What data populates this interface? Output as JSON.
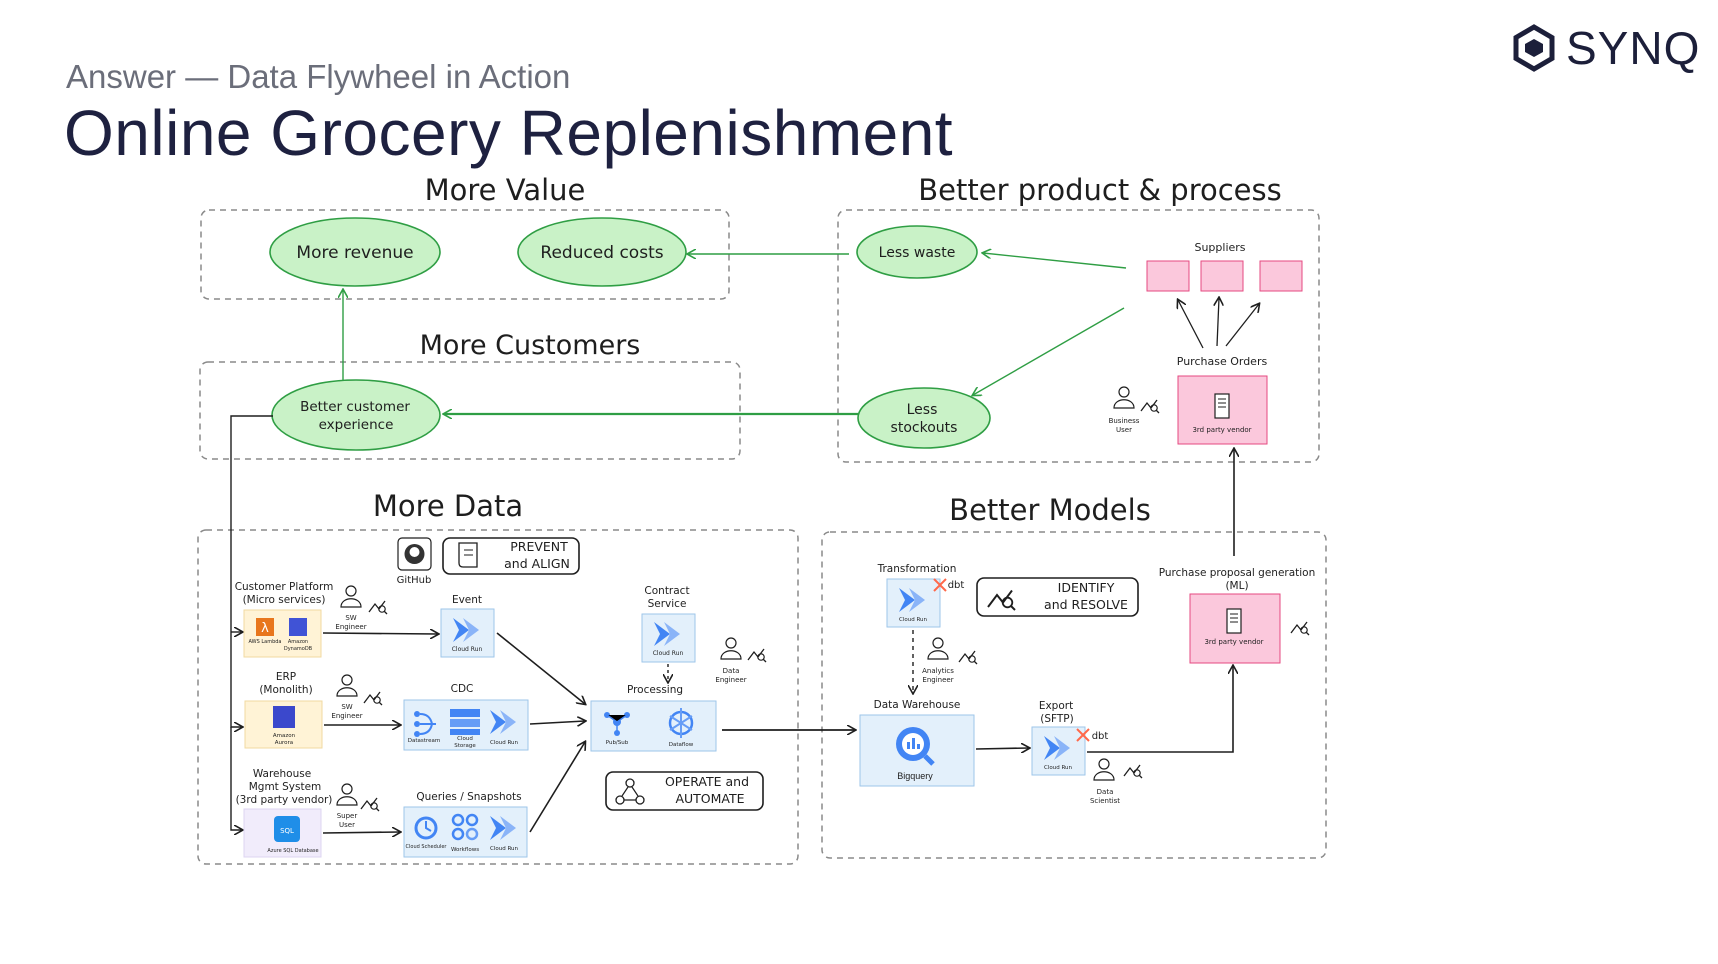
{
  "header": {
    "subtitle": "Answer — Data Flywheel in Action",
    "title": "Online Grocery Replenishment",
    "logo_text": "SYNQ"
  },
  "sections": {
    "more_value": "More Value",
    "better_product": "Better product & process",
    "more_customers": "More Customers",
    "more_data": "More Data",
    "better_models": "Better Models"
  },
  "outcomes": {
    "more_revenue": "More revenue",
    "reduced_costs": "Reduced costs",
    "less_waste": "Less waste",
    "less_stockouts_1": "Less",
    "less_stockouts_2": "stockouts",
    "better_cx_1": "Better customer",
    "better_cx_2": "experience"
  },
  "product": {
    "suppliers": "Suppliers",
    "purchase_orders": "Purchase Orders",
    "third_party_vendor": "3rd party vendor",
    "business_user_1": "Business",
    "business_user_2": "User"
  },
  "data": {
    "github": "GitHub",
    "prevent_1": "PREVENT",
    "prevent_2": "and ALIGN",
    "customer_platform_1": "Customer Platform",
    "customer_platform_2": "(Micro services)",
    "aws_lambda": "AWS Lambda",
    "dynamodb_1": "Amazon",
    "dynamodb_2": "DynamoDB",
    "sw_engineer_1": "SW",
    "sw_engineer_2": "Engineer",
    "event": "Event",
    "cloud_run": "Cloud Run",
    "contract_1": "Contract",
    "contract_2": "Service",
    "data_engineer_1": "Data",
    "data_engineer_2": "Engineer",
    "erp_1": "ERP",
    "erp_2": "(Monolith)",
    "aurora_1": "Amazon",
    "aurora_2": "Aurora",
    "cdc": "CDC",
    "datastream": "Datastream",
    "cloud_storage_1": "Cloud",
    "cloud_storage_2": "Storage",
    "processing": "Processing",
    "pubsub": "Pub/Sub",
    "dataflow": "Dataflow",
    "wms_1": "Warehouse",
    "wms_2": "Mgmt System",
    "wms_3": "(3rd party vendor)",
    "azure_sql": "Azure SQL Database",
    "sql": "SQL",
    "super_user_1": "Super",
    "super_user_2": "User",
    "queries": "Queries / Snapshots",
    "cloud_scheduler": "Cloud Scheduler",
    "workflows": "Workflows",
    "operate_1": "OPERATE and",
    "operate_2": "AUTOMATE"
  },
  "models": {
    "transformation": "Transformation",
    "dbt": "dbt",
    "identify_1": "IDENTIFY",
    "identify_2": "and RESOLVE",
    "analytics_engineer_1": "Analytics",
    "analytics_engineer_2": "Engineer",
    "data_warehouse": "Data Warehouse",
    "bigquery": "Bigquery",
    "export_1": "Export",
    "export_2": "(SFTP)",
    "data_scientist_1": "Data",
    "data_scientist_2": "Scientist",
    "ppg_1": "Purchase proposal generation",
    "ppg_2": "(ML)",
    "third_party_vendor": "3rd party vendor"
  },
  "colors": {
    "ellipse_fill": "#c9f2c7",
    "ellipse_stroke": "#2f9e44",
    "green_arrow": "#2f9e44",
    "pink_fill": "#fbc8dc",
    "pink_stroke": "#e64980",
    "blue_fill": "#e3f0fb",
    "blue_stroke": "#9ec6ea",
    "yellow_fill": "#fff3d6",
    "dashed": "#8a8a8a"
  },
  "icons": [
    "synq-hex-icon",
    "cloud-run-icon",
    "person-icon",
    "monitor-icon",
    "github-icon",
    "document-icon",
    "server-icon",
    "bigquery-icon",
    "dbt-icon",
    "workflow-icon",
    "lambda-icon",
    "dynamodb-icon",
    "aurora-icon",
    "sql-icon"
  ]
}
